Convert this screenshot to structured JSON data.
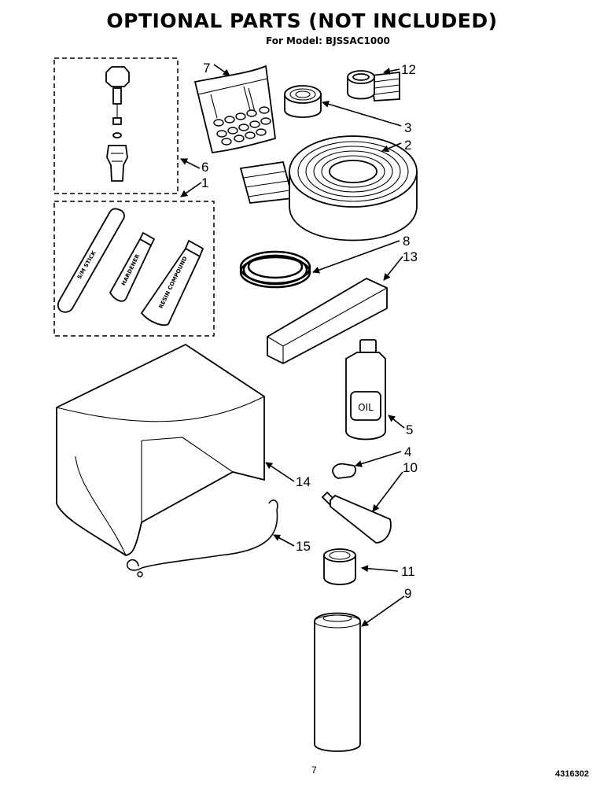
{
  "header": {
    "title": "OPTIONAL PARTS (NOT INCLUDED)",
    "model_line": "For Model: BJSSAC1000"
  },
  "footer": {
    "page_number": "7",
    "document_number": "4316302"
  },
  "part_labels": {
    "stick": "S/M STICK",
    "tube_small": "HARDENER",
    "tube_large": "RESIN COMPOUND",
    "bottle": "OIL"
  },
  "callouts": {
    "c7": "7",
    "c12": "12",
    "c3": "3",
    "c2": "2",
    "c6": "6",
    "c1": "1",
    "c8": "8",
    "c13": "13",
    "c5": "5",
    "c4": "4",
    "c10": "10",
    "c14": "14",
    "c15": "15",
    "c11": "11",
    "c9": "9"
  }
}
